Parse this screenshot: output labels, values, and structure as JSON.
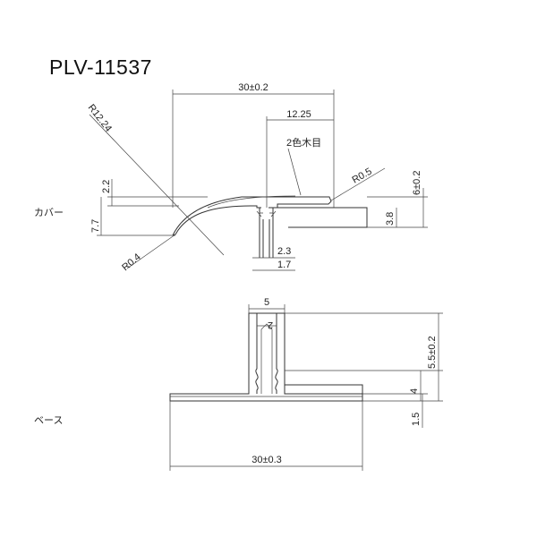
{
  "title": "PLV-11537",
  "parts": {
    "cover_label": "カバー",
    "base_label": "ベース"
  },
  "cover": {
    "width": "30±0.2",
    "face_width": "12.25",
    "finish_note": "2色木目",
    "radius_arc": "R12.24",
    "radius_tip": "R0.5",
    "radius_edge": "R0.4",
    "height": "6±0.2",
    "top_thickness": "2.2",
    "total_height": "7.7",
    "side_height": "3.8",
    "leg_width": "2.3",
    "leg_inner": "1.7"
  },
  "base": {
    "width": "30±0.3",
    "stem_width": "5",
    "stem_inner": "2",
    "height": "5.5±0.2",
    "stem_height": "4",
    "flange_height": "1.5"
  }
}
